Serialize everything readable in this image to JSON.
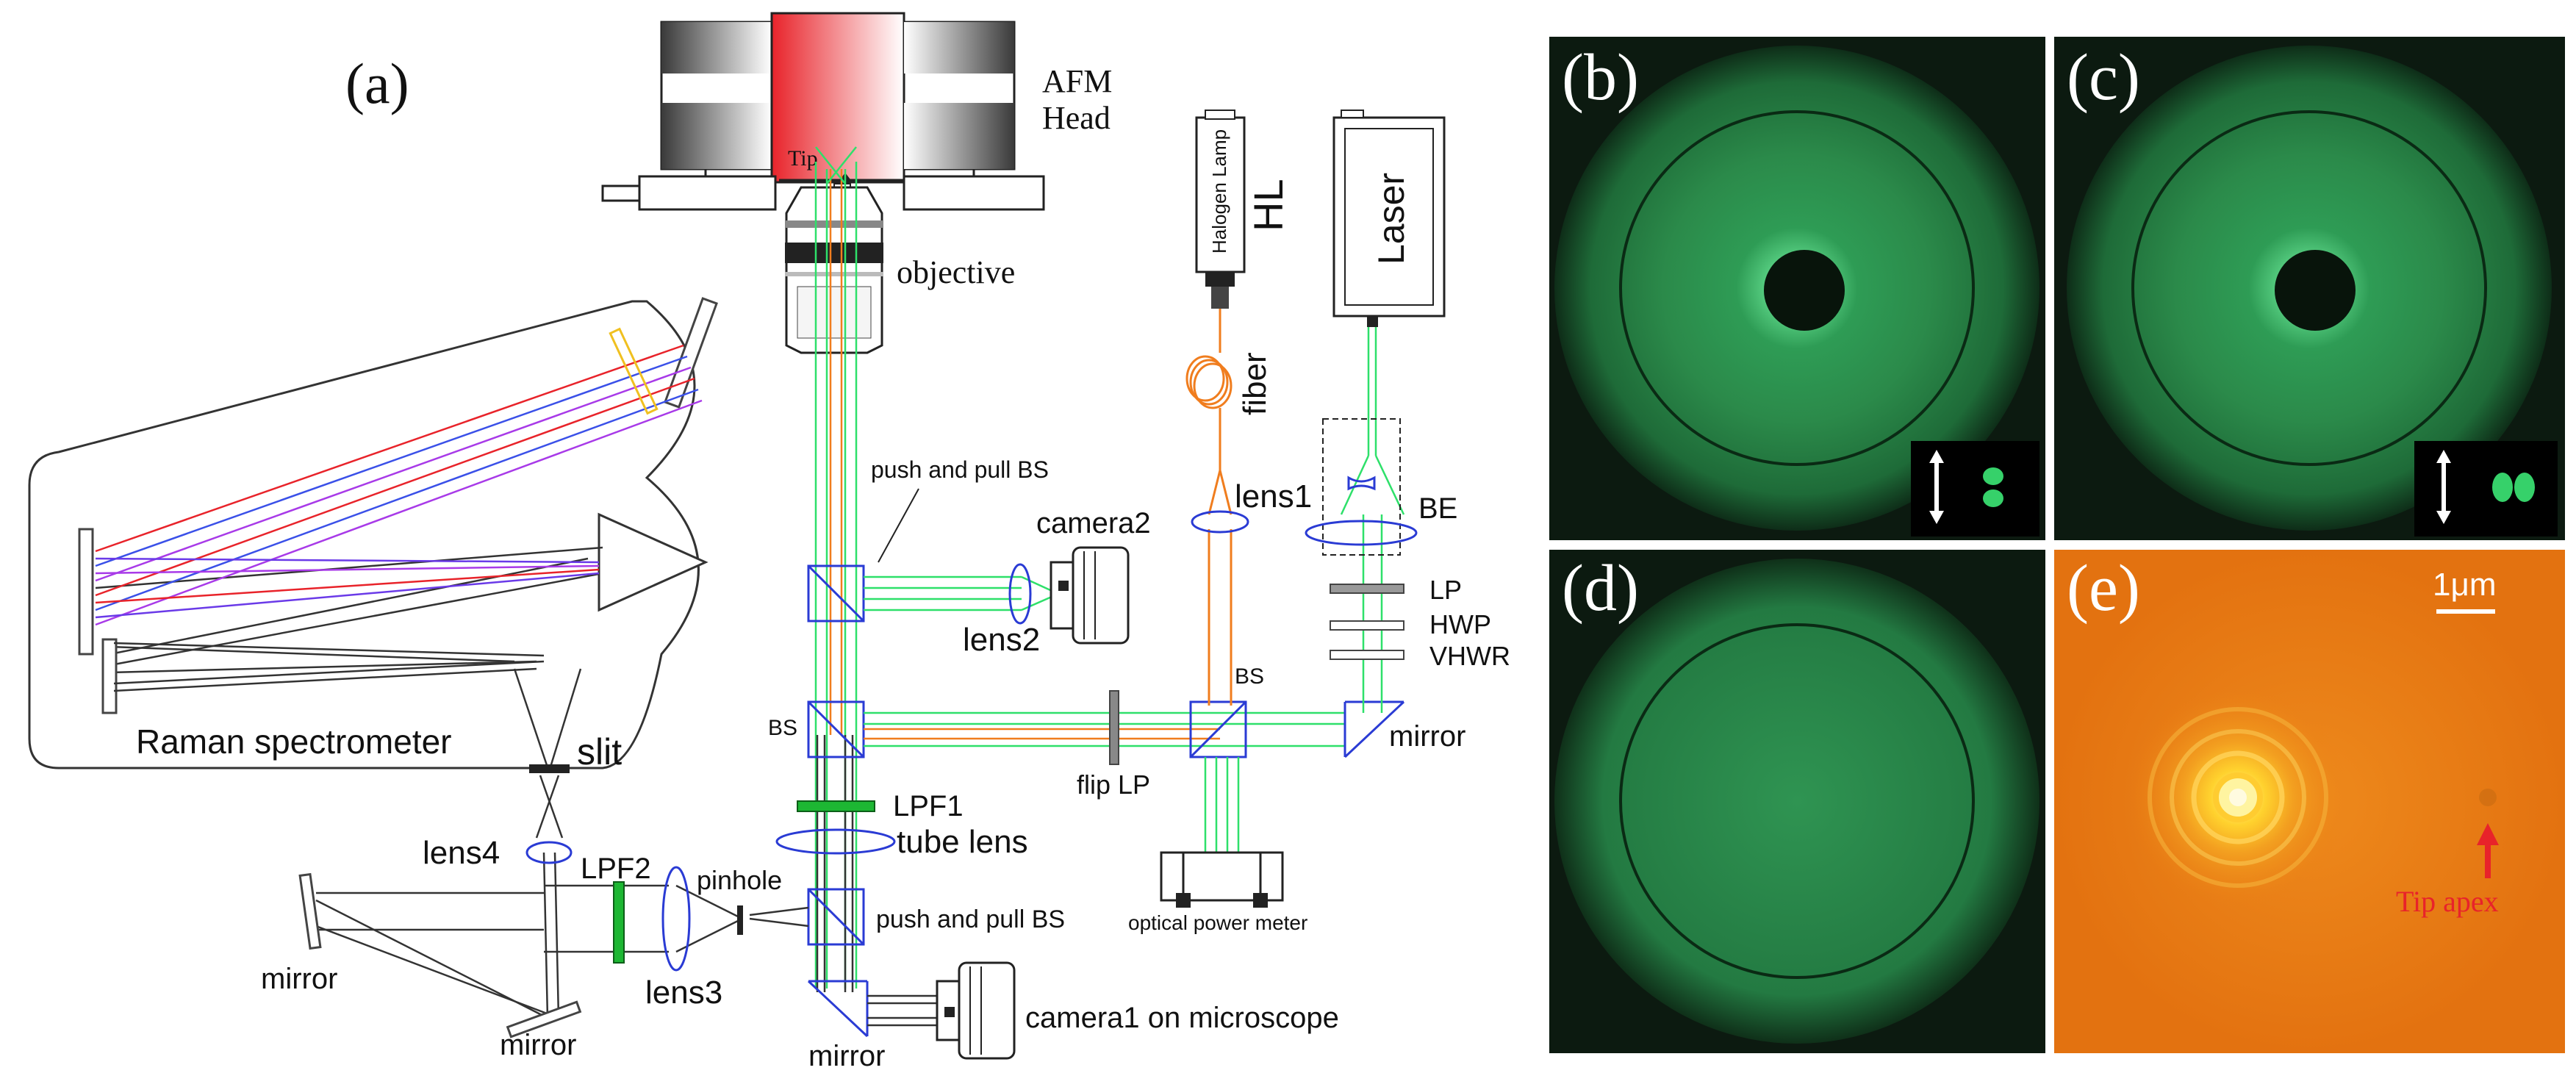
{
  "panel_a": {
    "letter": "(a)",
    "afm_head": [
      "AFM",
      "Head"
    ],
    "tip": "Tip",
    "objective": "objective",
    "halogen_lamp_label": "Halogen Lamp",
    "hl": "HL",
    "laser": "Laser",
    "fiber": "fiber",
    "lens1": "lens1",
    "be": "BE",
    "lp": "LP",
    "hwp": "HWP",
    "vhwr": "VHWR",
    "mirror": "mirror",
    "bs": "BS",
    "push_pull_bs": "push and pull BS",
    "camera2": "camera2",
    "lens2": "lens2",
    "flip_lp": "flip LP",
    "lpf1": "LPF1",
    "tube_lens": "tube lens",
    "optical_power_meter": "optical power meter",
    "raman_spectrometer": "Raman spectrometer",
    "slit": "slit",
    "lens4": "lens4",
    "lpf2": "LPF2",
    "pinhole": "pinhole",
    "lens3": "lens3",
    "camera1": "camera1 on microscope"
  },
  "panels": {
    "b": "(b)",
    "c": "(c)",
    "d": "(d)",
    "e": "(e)",
    "scale_bar": "1μm",
    "tip_apex": "Tip apex"
  },
  "colors": {
    "green_beam": "#2ee06a",
    "orange_beam": "#f07d1e",
    "optics_blue": "#2a3bd4",
    "afm_red": "#e8232a",
    "panel_green_bg": "#0c1a10",
    "panel_orange_bg": "#e87812"
  }
}
